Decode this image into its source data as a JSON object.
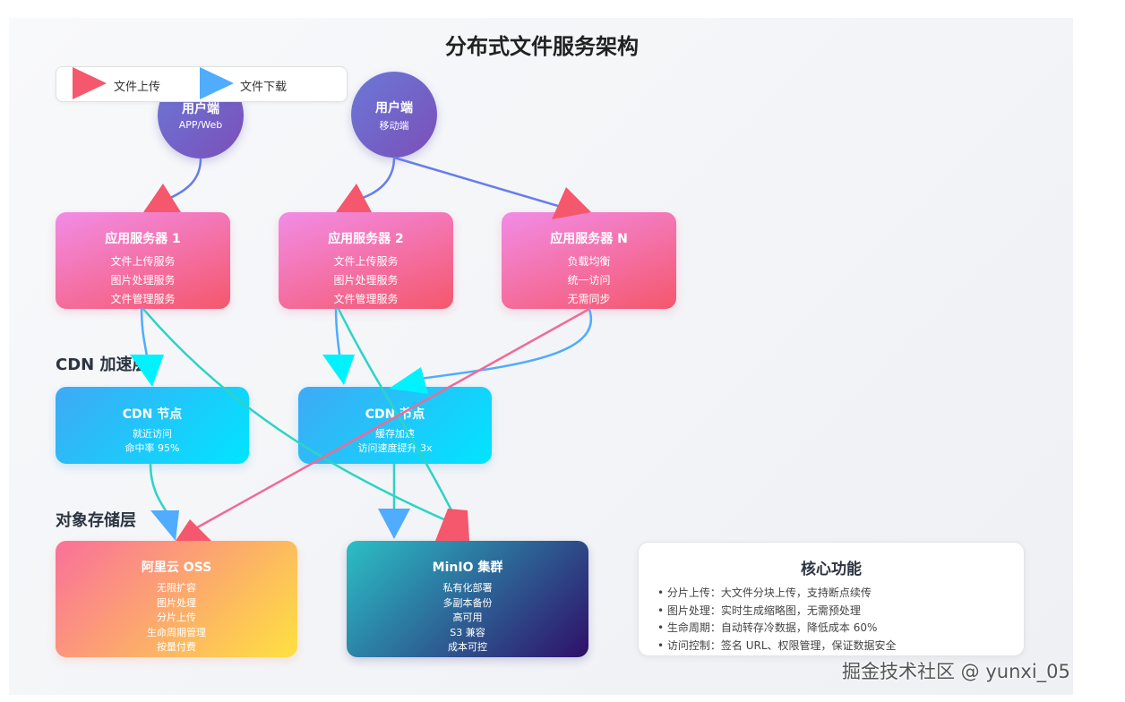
{
  "title": "分布式文件服务架构",
  "legend": {
    "upload": "文件上传",
    "download": "文件下载"
  },
  "colors": {
    "upload": "#f5576c",
    "download": "#4facfe",
    "cdn_arrow": "#00f2fe",
    "client_line": "#667eea",
    "teal_line": "#2ed3c6",
    "pink_line": "#f06a96"
  },
  "clients": [
    {
      "title": "用户端",
      "subtitle": "APP/Web"
    },
    {
      "title": "用户端",
      "subtitle": "移动端"
    }
  ],
  "app_servers": [
    {
      "title": "应用服务器 1",
      "lines": [
        "文件上传服务",
        "图片处理服务",
        "文件管理服务"
      ]
    },
    {
      "title": "应用服务器 2",
      "lines": [
        "文件上传服务",
        "图片处理服务",
        "文件管理服务"
      ]
    },
    {
      "title": "应用服务器 N",
      "lines": [
        "负载均衡",
        "统一访问",
        "无需同步"
      ]
    }
  ],
  "sections": {
    "cdn": "CDN 加速层",
    "storage": "对象存储层"
  },
  "cdn_nodes": [
    {
      "title": "CDN 节点",
      "lines": [
        "就近访问",
        "命中率 95%"
      ]
    },
    {
      "title": "CDN 节点",
      "lines": [
        "缓存加速",
        "访问速度提升 3x"
      ]
    }
  ],
  "storage": {
    "oss": {
      "title": "阿里云 OSS",
      "lines": [
        "无限扩容",
        "图片处理",
        "分片上传",
        "生命周期管理",
        "按量付费"
      ]
    },
    "minio": {
      "title": "MinIO 集群",
      "lines": [
        "私有化部署",
        "多副本备份",
        "高可用",
        "S3 兼容",
        "成本可控"
      ]
    }
  },
  "features": {
    "title": "核心功能",
    "items": [
      "• 分片上传：大文件分块上传，支持断点续传",
      "• 图片处理：实时生成缩略图，无需预处理",
      "• 生命周期：自动转存冷数据，降低成本 60%",
      "• 访问控制：签名 URL、权限管理，保证数据安全"
    ]
  },
  "watermark": "掘金技术社区 @ yunxi_05"
}
